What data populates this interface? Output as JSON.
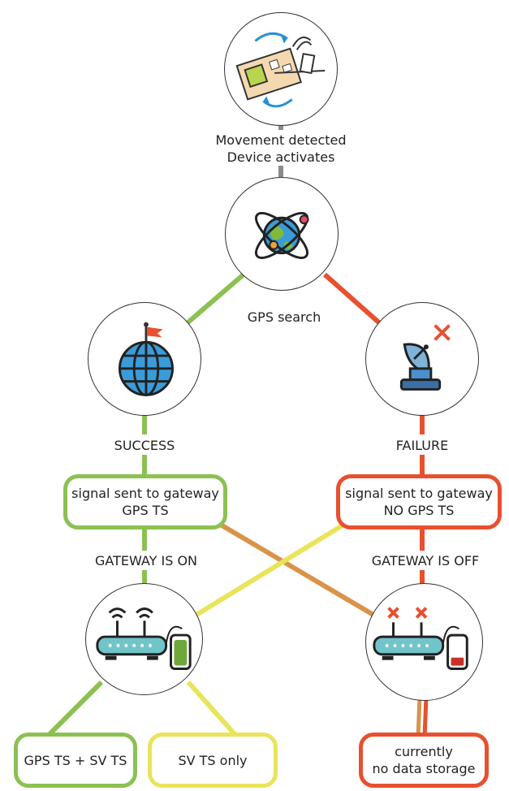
{
  "start": {
    "line1": "Movement detected",
    "line2": "Device activates"
  },
  "gps_search": "GPS search",
  "success": "SUCCESS",
  "failure": "FAILURE",
  "left_box": {
    "line1": "signal sent to gateway",
    "line2": "GPS TS"
  },
  "right_box": {
    "line1": "signal sent to gateway",
    "line2": "NO GPS TS"
  },
  "gateway_on": "GATEWAY IS ON",
  "gateway_off": "GATEWAY IS OFF",
  "outcomes": {
    "gps_sv": "GPS TS + SV TS",
    "sv_only": "SV TS only",
    "no_storage_line1": "currently",
    "no_storage_line2": "no data storage"
  },
  "colors": {
    "success": "#8cc152",
    "failure": "#e8502f",
    "cross": "#e9e45a",
    "orange": "#d9944a",
    "gray": "#8a8a8a"
  },
  "icons": [
    "circuit-board-icon",
    "globe-orbit-icon",
    "globe-flag-icon",
    "satellite-dish-icon",
    "router-on-icon",
    "router-off-icon"
  ]
}
